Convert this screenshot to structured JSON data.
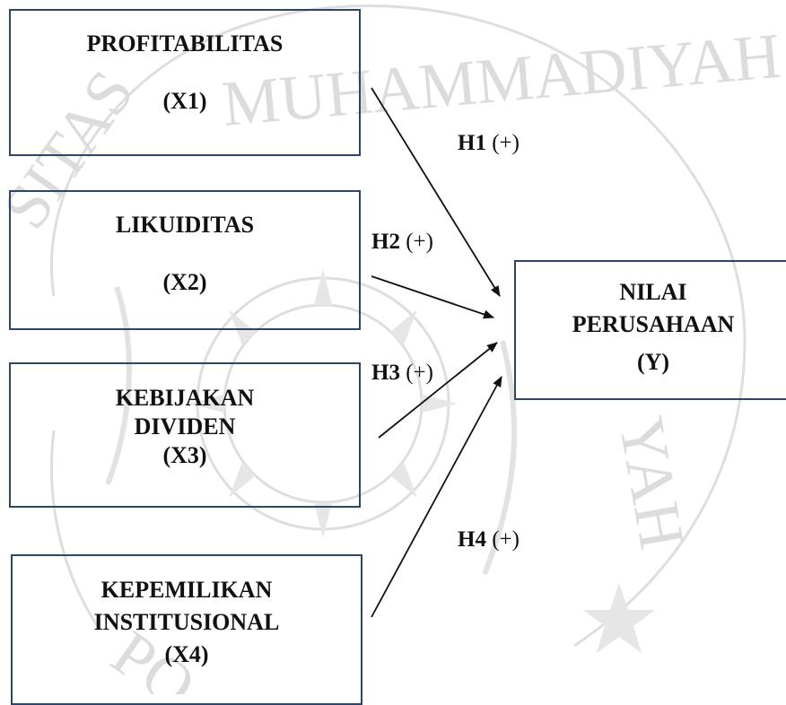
{
  "boxes": {
    "x1": {
      "name": "PROFITABILITAS",
      "code": "(X1)"
    },
    "x2": {
      "name": "LIKUIDITAS",
      "code": "(X2)"
    },
    "x3": {
      "name_line1": "KEBIJAKAN",
      "name_line2": "DIVIDEN",
      "code": "(X3)"
    },
    "x4": {
      "name_line1": "KEPEMILIKAN",
      "name_line2": "INSTITUSIONAL",
      "code": "(X4)"
    },
    "y": {
      "name_line1": "NILAI",
      "name_line2": "PERUSAHAAN",
      "code": "(Y)"
    }
  },
  "hypotheses": [
    {
      "code": "H1",
      "sign": "(+)"
    },
    {
      "code": "H2",
      "sign": "(+)"
    },
    {
      "code": "H3",
      "sign": "(+)"
    },
    {
      "code": "H4",
      "sign": "(+)"
    }
  ],
  "watermark": {
    "top_text": "MUHAMMADIYAH",
    "left_text": "SITAS",
    "right_text": "YAH",
    "bottom_text": "PO",
    "color": "#d9d9d9"
  },
  "colors": {
    "box_border": "#2f4566",
    "arrow": "#111111"
  }
}
